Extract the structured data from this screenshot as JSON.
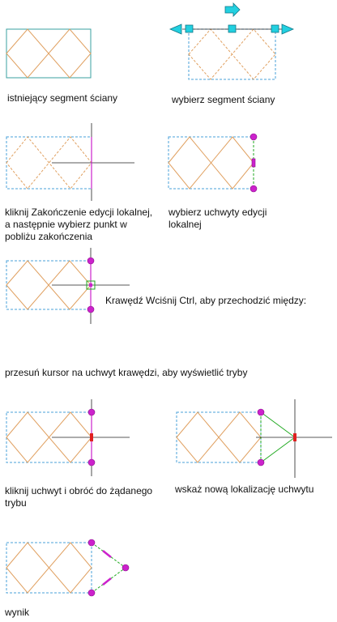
{
  "colors": {
    "wall_outline": "#3aa0a0",
    "pattern": "#e0a060",
    "dashed_blue": "#4aa0d8",
    "crosshair": "#222222",
    "grip_magenta": "#cc22cc",
    "grip_cyan": "#22d0e0",
    "guide_green": "#22aa22",
    "active_red": "#e02020"
  },
  "captions": {
    "step1": "istniejący segment ściany",
    "step2": "wybierz segment ściany",
    "step3": "kliknij Zakończenie edycji lokalnej,\na następnie wybierz punkt w\npobliżu zakończenia",
    "step4": "wybierz uchwyty edycji\nlokalnej",
    "step5": "Krawędź Wciśnij Ctrl, aby przechodzić między:",
    "step6": "przesuń kursor na uchwyt krawędzi, aby wyświetlić tryby",
    "step7": "kliknij uchwyt i obróć do żądanego\ntrybu",
    "step8": "wskaż nową lokalizację uchwytu",
    "step9": "wynik"
  }
}
